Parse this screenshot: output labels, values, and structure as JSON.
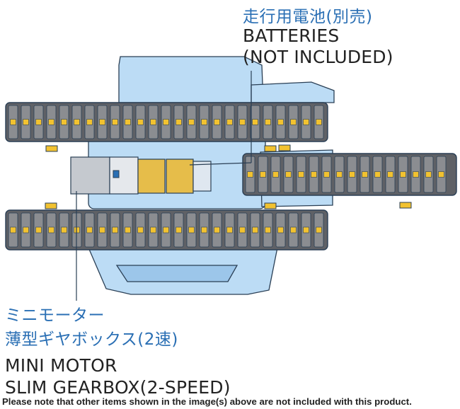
{
  "labels": {
    "batteries_jp": "走行用電池(別売)",
    "batteries_en_1": "BATTERIES",
    "batteries_en_2": "(NOT INCLUDED)",
    "motor_jp_1": "ミニモーター",
    "motor_jp_2": "薄型ギヤボックス(2速)",
    "motor_en_1": "MINI MOTOR",
    "motor_en_2": "SLIM GEARBOX(2-SPEED)"
  },
  "footer_note": "Please note that other items shown in the image(s) above are not included with this product.",
  "colors": {
    "body": "#bcdcf5",
    "body_dark": "#9cc6ea",
    "outline": "#2a3f55",
    "track": "#5f6166",
    "track_link": "#8b8d91",
    "peg": "#f2c230",
    "battery": "#e6bd4a",
    "gearbox": "#c5c9cf",
    "label_jp": "#2a6fb4",
    "label_en": "#222222"
  },
  "icons": {
    "battery": "battery-pack-icon",
    "motor": "mini-motor-icon"
  }
}
